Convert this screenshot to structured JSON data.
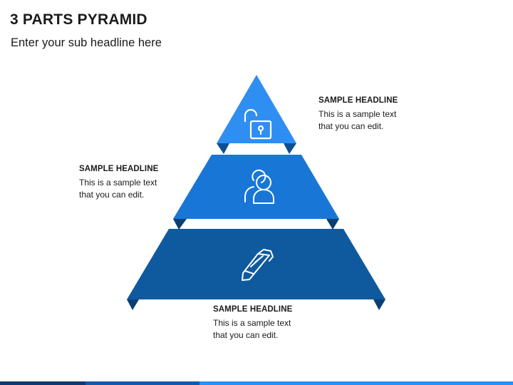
{
  "header": {
    "title": "3 PARTS PYRAMID",
    "subtitle": "Enter your sub headline here"
  },
  "levels": [
    {
      "icon": "unlocked-padlock-icon",
      "color": "#2f8ef2",
      "headline": "SAMPLE HEADLINE",
      "text": "This is a sample text\nthat you can edit."
    },
    {
      "icon": "users-group-icon",
      "color": "#1877d6",
      "headline": "SAMPLE HEADLINE",
      "text": "This is a sample text\nthat you can edit."
    },
    {
      "icon": "pencil-icon",
      "color": "#0f5a9f",
      "headline": "SAMPLE HEADLINE",
      "text": "This is a sample text\nthat you can edit."
    }
  ],
  "colors": {
    "tier_top": "#2f8ef2",
    "tier_mid": "#1877d6",
    "tier_bottom": "#0f5a9f",
    "fold_shadow": "#0b3f73",
    "icon_stroke": "#ffffff"
  }
}
